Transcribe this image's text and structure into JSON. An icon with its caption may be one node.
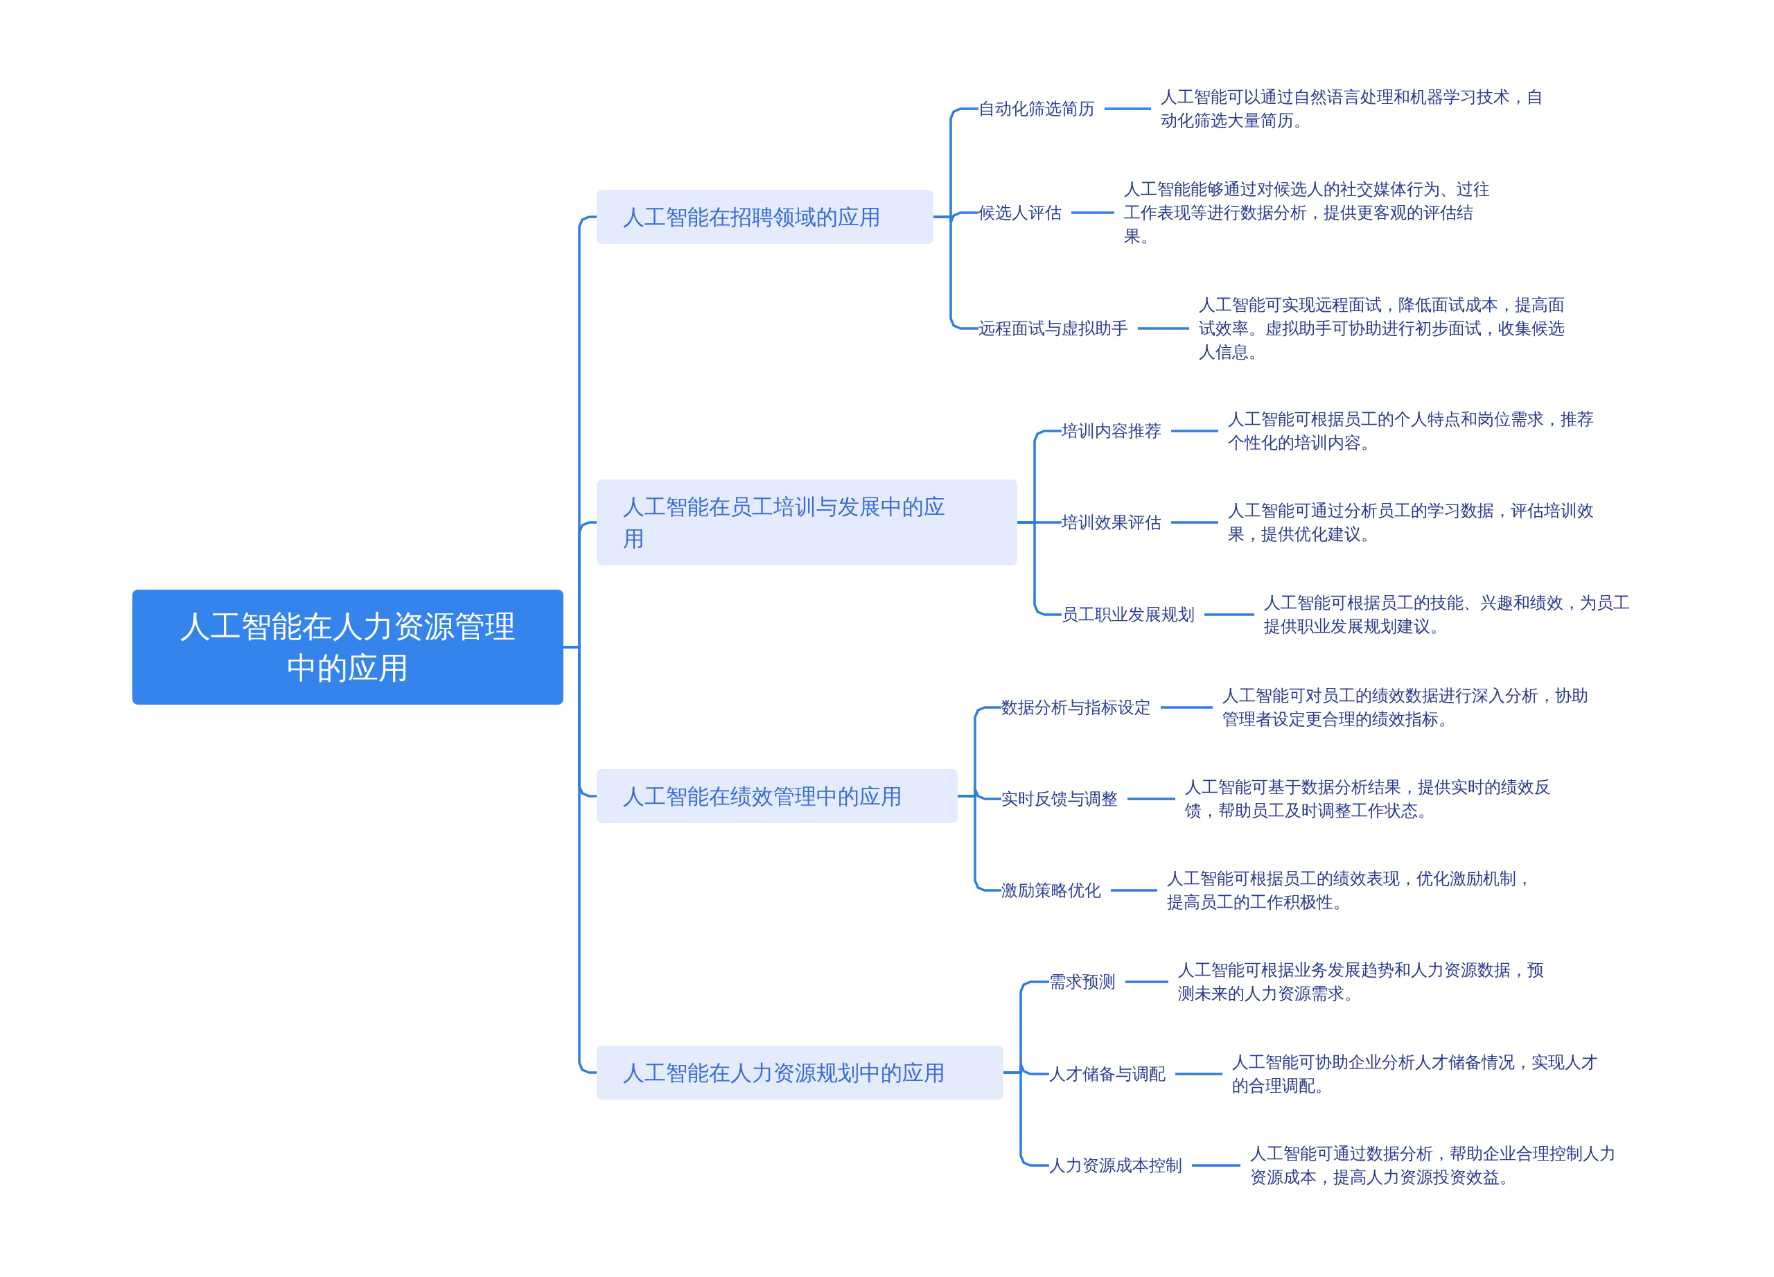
{
  "diagram": {
    "nodes": [
      {
        "text": [
          "人工智能在人力资源管理中的应用"
        ]
      },
      {
        "text": [
          "人工智能在招聘领域的应用"
        ]
      },
      {
        "text": [
          "自动化筛选简历"
        ]
      },
      {
        "text": [
          "人工智能可以通过自然语言处理和机器学习技术，自动化筛选大量简历。"
        ]
      },
      {
        "text": [
          "候选人评估"
        ]
      },
      {
        "text": [
          "人工智能能够通过对候选人的社交媒体行为、过往工作表现等进行数据分析，提供更客观的评估结果。"
        ]
      },
      {
        "text": [
          "远程面试与虚拟助手"
        ]
      },
      {
        "text": [
          "人工智能可实现远程面试，降低面试成本，提高面试效率。虚拟助手可协助进行初步面试，收集候选人信息。"
        ]
      },
      {
        "text": [
          "人工智能在员工培训与发展中的应用"
        ]
      },
      {
        "text": [
          "培训内容推荐"
        ]
      },
      {
        "text": [
          "人工智能可根据员工的个人特点和岗位需求，推荐个性化的培训内容。"
        ]
      },
      {
        "text": [
          "培训效果评估"
        ]
      },
      {
        "text": [
          "人工智能可通过分析员工的学习数据，评估培训效果，提供优化建议。"
        ]
      },
      {
        "text": [
          "员工职业发展规划"
        ]
      },
      {
        "text": [
          "人工智能可根据员工的技能、兴趣和绩效，为员工提供职业发展规划建议。"
        ]
      },
      {
        "text": [
          "人工智能在绩效管理中的应用"
        ]
      },
      {
        "text": [
          "数据分析与指标设定"
        ]
      },
      {
        "text": [
          "人工智能可对员工的绩效数据进行深入分析，协助管理者设定更合理的绩效指标。"
        ]
      },
      {
        "text": [
          "实时反馈与调整"
        ]
      },
      {
        "text": [
          "人工智能可基于数据分析结果，提供实时的绩效反馈，帮助员工及时调整工作状态。"
        ]
      },
      {
        "text": [
          "激励策略优化"
        ]
      },
      {
        "text": [
          "人工智能可根据员工的绩效表现，优化激励机制，提高员工的工作积极性。"
        ]
      },
      {
        "text": [
          "人工智能在人力资源规划中的应用"
        ]
      },
      {
        "text": [
          "需求预测"
        ]
      },
      {
        "text": [
          "人工智能可根据业务发展趋势和人力资源数据，预测未来的人力资源需求。"
        ]
      },
      {
        "text": [
          "人才储备与调配"
        ]
      },
      {
        "text": [
          "人工智能可协助企业分析人才储备情况，实现人才的合理调配。"
        ]
      },
      {
        "text": [
          "人力资源成本控制"
        ]
      },
      {
        "text": [
          "人工智能可通过数据分析，帮助企业合理控制人力资源成本，提高人力资源投资效益。"
        ]
      }
    ],
    "edges": [
      {
        "from": 0,
        "to": 1,
        "arrow": "none"
      },
      {
        "from": 0,
        "to": 8,
        "arrow": "none"
      },
      {
        "from": 0,
        "to": 15,
        "arrow": "none"
      },
      {
        "from": 0,
        "to": 22,
        "arrow": "none"
      },
      {
        "from": 1,
        "to": 2,
        "arrow": "none"
      },
      {
        "from": 1,
        "to": 4,
        "arrow": "none"
      },
      {
        "from": 1,
        "to": 6,
        "arrow": "none"
      },
      {
        "from": 2,
        "to": 3,
        "arrow": "none"
      },
      {
        "from": 4,
        "to": 5,
        "arrow": "none"
      },
      {
        "from": 6,
        "to": 7,
        "arrow": "none"
      },
      {
        "from": 8,
        "to": 9,
        "arrow": "none"
      },
      {
        "from": 8,
        "to": 11,
        "arrow": "none"
      },
      {
        "from": 8,
        "to": 13,
        "arrow": "none"
      },
      {
        "from": 9,
        "to": 10,
        "arrow": "none"
      },
      {
        "from": 11,
        "to": 12,
        "arrow": "none"
      },
      {
        "from": 13,
        "to": 14,
        "arrow": "none"
      },
      {
        "from": 15,
        "to": 16,
        "arrow": "none"
      },
      {
        "from": 15,
        "to": 18,
        "arrow": "none"
      },
      {
        "from": 15,
        "to": 20,
        "arrow": "none"
      },
      {
        "from": 16,
        "to": 17,
        "arrow": "none"
      },
      {
        "from": 18,
        "to": 19,
        "arrow": "none"
      },
      {
        "from": 20,
        "to": 21,
        "arrow": "none"
      },
      {
        "from": 22,
        "to": 23,
        "arrow": "none"
      },
      {
        "from": 22,
        "to": 25,
        "arrow": "none"
      },
      {
        "from": 22,
        "to": 27,
        "arrow": "none"
      },
      {
        "from": 23,
        "to": 24,
        "arrow": "none"
      },
      {
        "from": 25,
        "to": 26,
        "arrow": "none"
      },
      {
        "from": 27,
        "to": 28,
        "arrow": "none"
      }
    ]
  }
}
